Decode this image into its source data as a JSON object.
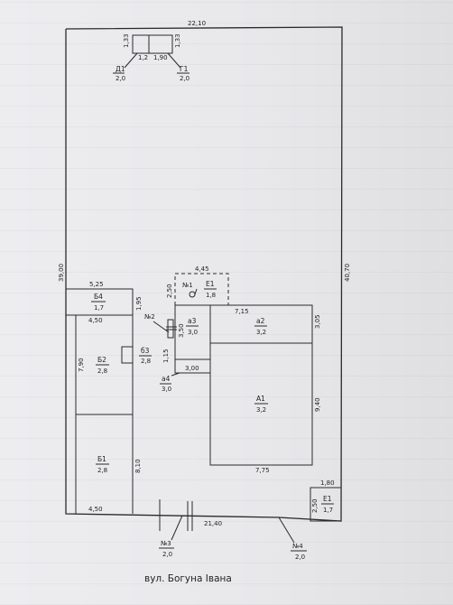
{
  "plot": {
    "top_length": "22,10",
    "left_length": "39,00",
    "right_length": "40,70",
    "bottom_length": "21,40"
  },
  "buildings": {
    "D1": {
      "label": "Д1",
      "value": "2,0",
      "left_dim": "1,33",
      "width_dim": "1,2"
    },
    "G1": {
      "label": "Г1",
      "value": "2,0",
      "right_dim": "1,33",
      "width_dim": "1,90"
    },
    "B4": {
      "label": "Б4",
      "value": "1,7",
      "top_dim": "5,25",
      "bottom_dim": "4,50",
      "side_dim": "1,95"
    },
    "B2": {
      "label": "Б2",
      "value": "2,8",
      "side_dim": "7,90"
    },
    "B3": {
      "label": "б3",
      "value": "2,8"
    },
    "B1": {
      "label": "Б1",
      "value": "2,8",
      "side_dim": "8,10",
      "bottom_dim": "4,50"
    },
    "E1_top": {
      "label": "Е1",
      "value": "1,8",
      "width_dim": "4,45",
      "height_dim": "2,50"
    },
    "well": {
      "label": "№1"
    },
    "a3": {
      "label": "а3",
      "value": "3,0",
      "side_dim": "3,50"
    },
    "a4": {
      "label": "а4",
      "value": "3,0",
      "width_dim": "3,00",
      "side_dim": "1,15"
    },
    "a2": {
      "label": "а2",
      "value": "3,2",
      "width_dim": "7,15",
      "side_dim": "3,05"
    },
    "A1": {
      "label": "А1",
      "value": "3,2",
      "side_dim": "9,40",
      "width_dim": "7,75"
    },
    "E1_bottom": {
      "label": "Е1",
      "value": "1,7",
      "width_dim": "1,80",
      "height_dim": "2,50"
    }
  },
  "fences": {
    "n2": {
      "label": "№2"
    },
    "n3": {
      "label": "№3",
      "value": "2,0"
    },
    "n4": {
      "label": "№4",
      "value": "2,0"
    }
  },
  "street_name": "вул. Богуна Івана"
}
